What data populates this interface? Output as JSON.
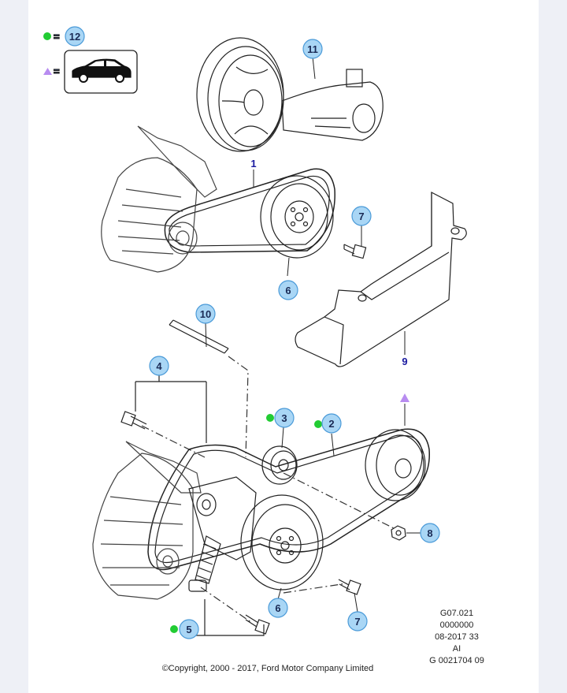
{
  "legend": {
    "dot_color": "#22cc33",
    "triangle_color": "#b88cf0",
    "equals": "=",
    "dot_ref": "12"
  },
  "callouts": {
    "c11": "11",
    "c1": "1",
    "c7a": "7",
    "c6a": "6",
    "c10": "10",
    "c9": "9",
    "c4": "4",
    "c3": "3",
    "c2": "2",
    "c8": "8",
    "c6b": "6",
    "c7b": "7",
    "c5": "5"
  },
  "colors": {
    "bubble": "#a9d6f5",
    "bubble_stroke": "#4a9ad8",
    "line": "#222222"
  },
  "reference": [
    "G07.021",
    "0000000",
    "08-2017 33",
    "AI",
    "G 0021704 09"
  ],
  "copyright": "©Copyright, 2000 - 2017, Ford Motor Company Limited"
}
